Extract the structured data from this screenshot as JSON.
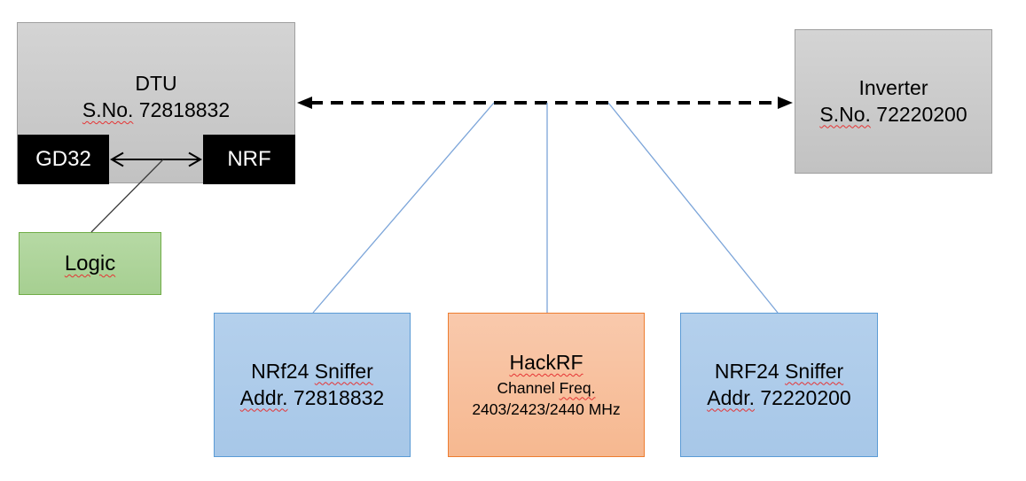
{
  "diagram": {
    "dtu": {
      "title": "DTU",
      "serial_label": "S.No.",
      "serial_number": "72818832",
      "gd32_label": "GD32",
      "nrf_label": "NRF"
    },
    "logic": {
      "label": "Logic"
    },
    "inverter": {
      "title": "Inverter",
      "serial_label": "S.No.",
      "serial_number": "72220200"
    },
    "sniffer_left": {
      "model": "NRf24",
      "role": "Sniffer",
      "addr_label": "Addr.",
      "address": "72818832"
    },
    "hackrf": {
      "title": "HackRF",
      "channel_label": "Channel",
      "freq_label": "Freq.",
      "frequencies": "2403/2423/2440 MHz"
    },
    "sniffer_right": {
      "model": "NRF24",
      "role": "Sniffer",
      "addr_label": "Addr.",
      "address": "72220200"
    },
    "colors": {
      "gray_fill": "#C9C9C9",
      "gray_border": "#9F9F9F",
      "chip_fill": "#000000",
      "green_fill": "#AED49B",
      "green_border": "#70AD47",
      "blue_fill": "#AECBEA",
      "blue_border": "#5B9BD5",
      "orange_fill": "#F8C2A2",
      "orange_border": "#ED7D31",
      "connector_blue": "#7CA5D9",
      "arrow_black": "#000000",
      "squiggle_red": "#E53333"
    }
  }
}
